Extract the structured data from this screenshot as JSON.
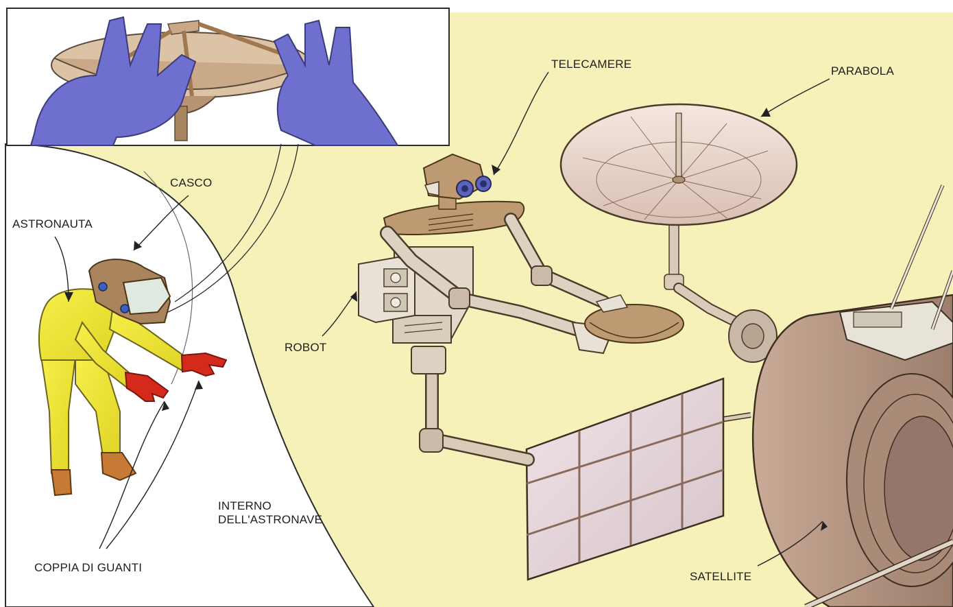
{
  "labels": {
    "telecamere": "TELECAMERE",
    "parabola": "PARABOLA",
    "casco": "CASCO",
    "astronauta": "ASTRONAUTA",
    "robot": "ROBOT",
    "interno": "INTERNO\nDELL'ASTRONAVE",
    "coppia_di_guanti": "COPPIA DI GUANTI",
    "satellite": "SATELLITE"
  },
  "colors": {
    "space_background": "#f6f1b8",
    "ship_interior": "#ffffff",
    "suit": "#f2ea3a",
    "gloves_red": "#d42a1c",
    "gloves_blue": "#6f6fd0",
    "robot_body": "#bd9a72",
    "metal": "#d9cbb8",
    "satellite_body": "#b79a86",
    "label_text": "#1e1e1e"
  }
}
